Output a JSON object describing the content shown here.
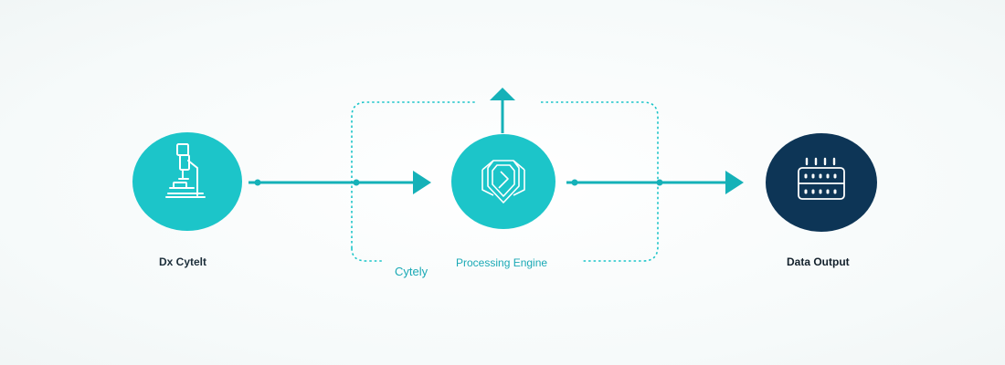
{
  "nodes": {
    "source": {
      "label": "Dx Cytelt",
      "icon": "microscope-icon"
    },
    "engine": {
      "label": "Processing Engine",
      "icon": "layered-shield-icon"
    },
    "output": {
      "label": "Data Output",
      "icon": "grid-panel-icon"
    }
  },
  "group": {
    "label": "Cytely"
  },
  "colors": {
    "teal": "#1cc5c9",
    "teal_dark": "#15b1b8",
    "navy": "#0d3556",
    "text_dark": "#1c2e3a"
  }
}
